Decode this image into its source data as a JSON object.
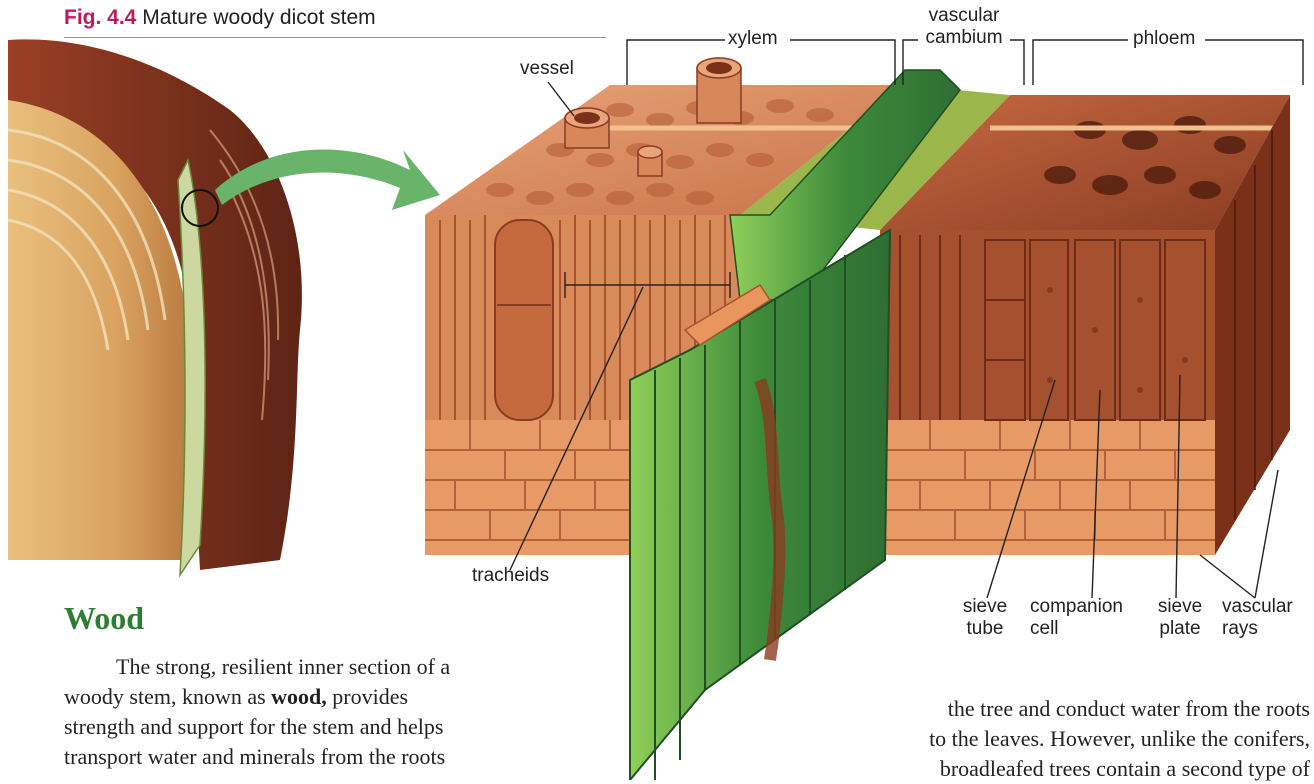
{
  "figure": {
    "number": "Fig. 4.4",
    "title": "Mature woody dicot stem"
  },
  "labels": {
    "xylem": "xylem",
    "vascular_cambium_line1": "vascular",
    "vascular_cambium_line2": "cambium",
    "phloem": "phloem",
    "vessel": "vessel",
    "tracheids": "tracheids",
    "sieve_tube_line1": "sieve",
    "sieve_tube_line2": "tube",
    "companion_cell_line1": "companion",
    "companion_cell_line2": "cell",
    "sieve_plate_line1": "sieve",
    "sieve_plate_line2": "plate",
    "vascular_rays_line1": "vascular",
    "vascular_rays_line2": "rays"
  },
  "section": {
    "heading": "Wood"
  },
  "left_text": {
    "line1": "The strong, resilient inner section of a",
    "line2_before": "woody stem, known as ",
    "line2_bold": "wood,",
    "line2_after": " provides",
    "line3": "strength and support for the stem and helps",
    "line4": "transport water and minerals from the roots"
  },
  "right_text": {
    "line1": "the tree and conduct water from the roots",
    "line2": "to the leaves. However, unlike the conifers,",
    "line3": "broadleafed trees contain a second type of"
  },
  "colors": {
    "heading_green": "#2e7d32",
    "figure_number_magenta": "#c2185b",
    "cambium_green": "#7cb342",
    "wood_tan": "#d9a86a",
    "bark_brown": "#8a3b22",
    "xylem_orange": "#d88a5a",
    "phloem_brown": "#a5502e",
    "arrow_green": "#6ab36a"
  }
}
